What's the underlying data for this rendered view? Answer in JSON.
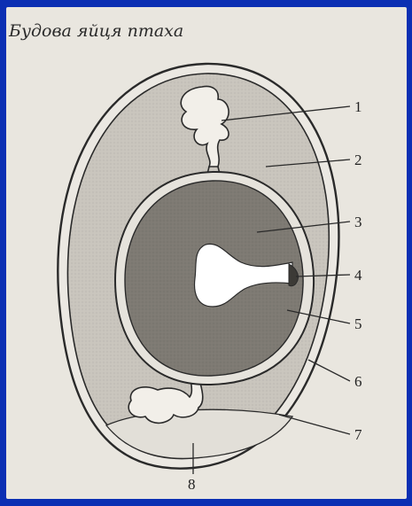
{
  "title": "Будова яйця птаха",
  "labels": [
    "1",
    "2",
    "3",
    "4",
    "5",
    "6",
    "7",
    "8"
  ],
  "colors": {
    "frame": "#0b2fb3",
    "paper": "#e9e6df",
    "shell_outer": "#ebe8e2",
    "albumen": "#c9c5bd",
    "yolk": "#7e7a73",
    "germinal_disc": "#ffffff",
    "air_chamber": "#e2dfd8",
    "ink": "#2a2a2a"
  }
}
